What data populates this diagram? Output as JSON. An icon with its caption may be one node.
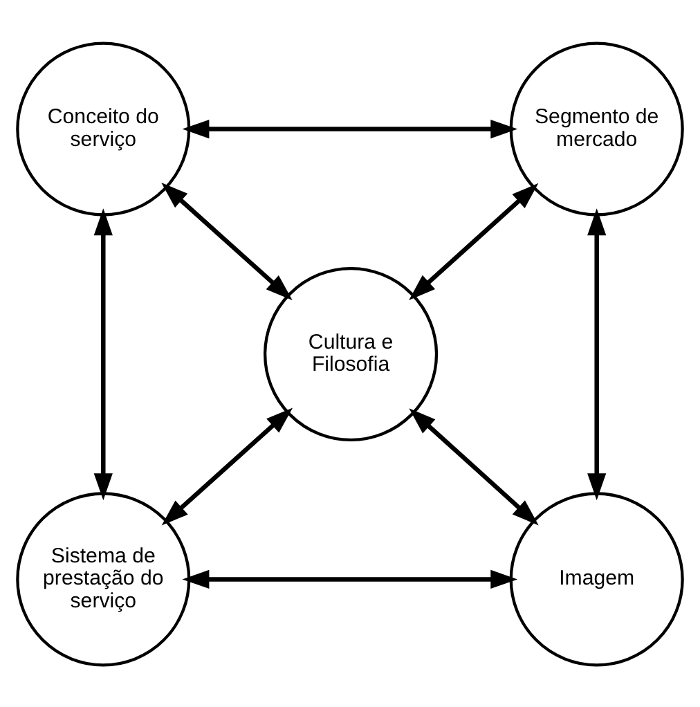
{
  "diagram": {
    "nodes": [
      {
        "text": [
          "Conceito do serviço"
        ]
      },
      {
        "text": [
          "Segmento de mercado"
        ]
      },
      {
        "text": [
          "Cultura e Filosofia"
        ]
      },
      {
        "text": [
          "Sistema de prestação do serviço"
        ]
      },
      {
        "text": [
          "Imagem"
        ]
      }
    ],
    "edges": [
      {
        "from": 0,
        "to": 1,
        "arrow": "both"
      },
      {
        "from": 0,
        "to": 2,
        "arrow": "both"
      },
      {
        "from": 1,
        "to": 2,
        "arrow": "both"
      },
      {
        "from": 0,
        "to": 3,
        "arrow": "both"
      },
      {
        "from": 1,
        "to": 4,
        "arrow": "both"
      },
      {
        "from": 2,
        "to": 3,
        "arrow": "both"
      },
      {
        "from": 2,
        "to": 4,
        "arrow": "both"
      },
      {
        "from": 3,
        "to": 4,
        "arrow": "both"
      }
    ]
  }
}
